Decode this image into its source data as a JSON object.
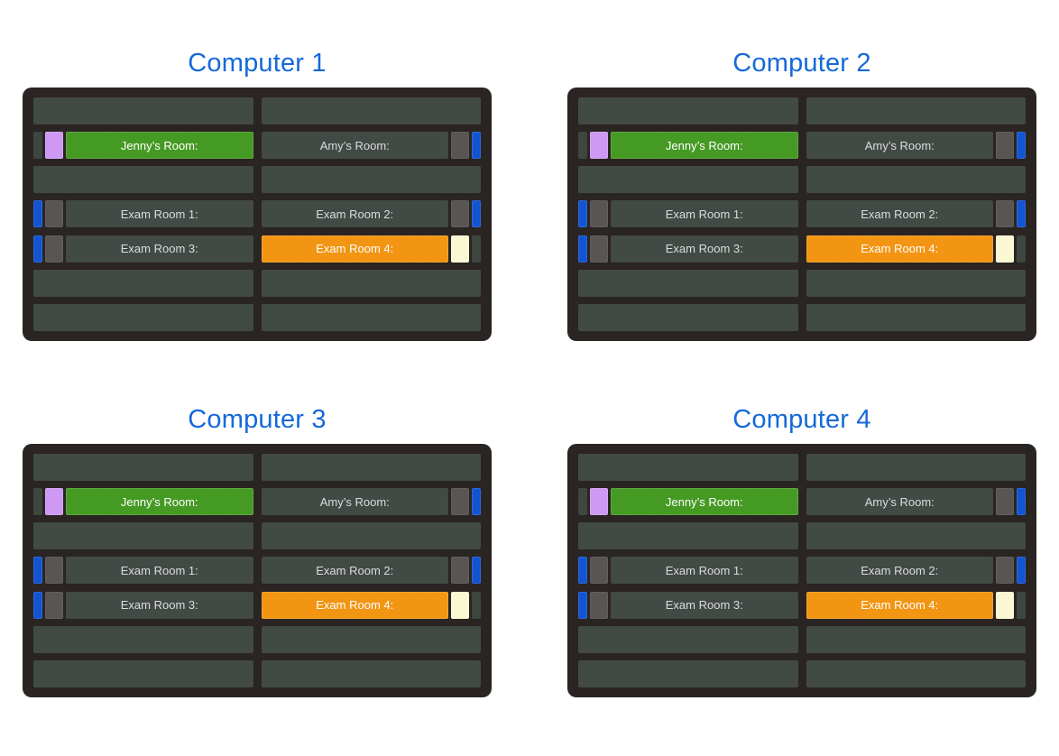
{
  "colors": {
    "title_blue": "#1569d9",
    "panel_bg": "#2a2423",
    "row_dark": "#424a45",
    "off_indicator": "#3e4640",
    "gray_square": "#585552",
    "blue_indicator": "#1355d1",
    "purple": "#cd99f3",
    "green": "#459a23",
    "orange": "#f29513",
    "cream": "#f9f8d2",
    "label_on_dark": "#dcdcdc",
    "label_on_color": "#ffffff"
  },
  "computers": [
    {
      "title": "Computer 1"
    },
    {
      "title": "Computer 2"
    },
    {
      "title": "Computer 3"
    },
    {
      "title": "Computer 4"
    }
  ],
  "panel": {
    "rows": [
      {
        "type": "empty"
      },
      {
        "type": "status",
        "left": {
          "indicator": "off",
          "square": "purple",
          "bar": {
            "label": "Jenny’s Room:",
            "color": "green"
          }
        },
        "right": {
          "indicator": "blue",
          "square": "gray",
          "bar": {
            "label": "Amy’s Room:",
            "color": "dark"
          }
        }
      },
      {
        "type": "empty"
      },
      {
        "type": "status",
        "left": {
          "indicator": "blue",
          "square": "gray",
          "bar": {
            "label": "Exam Room 1:",
            "color": "dark"
          }
        },
        "right": {
          "indicator": "blue",
          "square": "gray",
          "bar": {
            "label": "Exam Room 2:",
            "color": "dark"
          }
        }
      },
      {
        "type": "status",
        "left": {
          "indicator": "blue",
          "square": "gray",
          "bar": {
            "label": "Exam Room 3:",
            "color": "dark"
          }
        },
        "right": {
          "indicator": "off",
          "square": "cream",
          "bar": {
            "label": "Exam Room 4:",
            "color": "orange"
          }
        }
      },
      {
        "type": "empty"
      },
      {
        "type": "empty"
      }
    ]
  }
}
